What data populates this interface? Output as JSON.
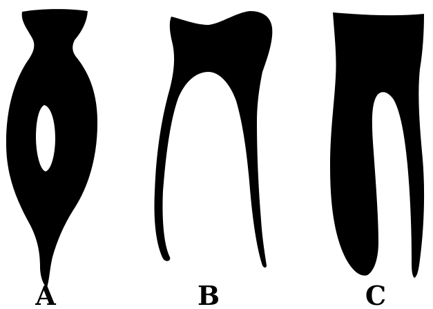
{
  "figure": {
    "background": "#ffffff",
    "shape_color": "#000000",
    "panels": [
      {
        "id": "A",
        "label": "A",
        "description_icon": "tooth-root-with-single-canal-loop-icon"
      },
      {
        "id": "B",
        "label": "B",
        "description_icon": "molar-with-two-divergent-roots-icon"
      },
      {
        "id": "C",
        "label": "C",
        "description_icon": "molar-with-fused-root-and-one-canal-icon"
      }
    ]
  }
}
